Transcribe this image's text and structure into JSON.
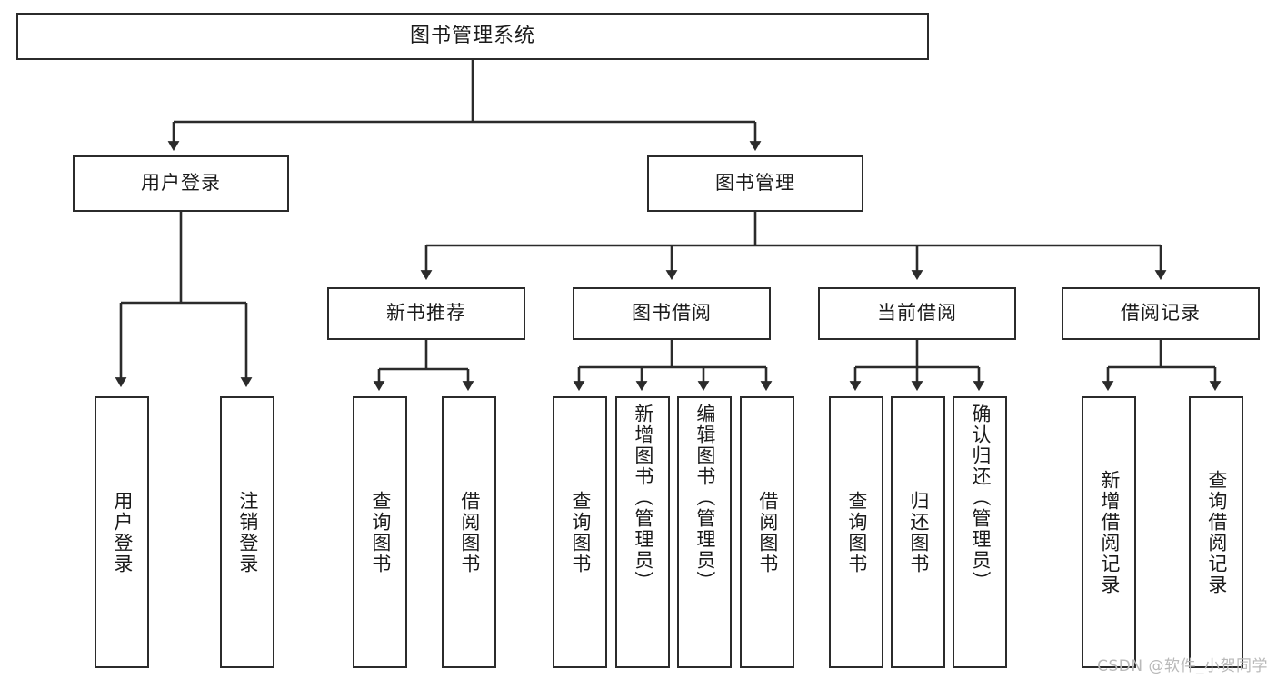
{
  "diagram": {
    "title": "图书管理系统",
    "type": "tree",
    "watermark": "CSDN @软件_小贺同学",
    "colors": {
      "stroke": "#2b2b2b",
      "fill": "#ffffff",
      "text": "#1a1a1a",
      "watermark": "#b9b9b9"
    },
    "levels": {
      "root": {
        "label": "图书管理系统"
      },
      "level1": [
        {
          "label": "用户登录"
        },
        {
          "label": "图书管理"
        }
      ],
      "level2": [
        {
          "label": "新书推荐"
        },
        {
          "label": "图书借阅"
        },
        {
          "label": "当前借阅"
        },
        {
          "label": "借阅记录"
        }
      ],
      "leaves": {
        "user_login": [
          {
            "label": "用户登录"
          },
          {
            "label": "注销登录"
          }
        ],
        "new_book_recommend": [
          {
            "label": "查询图书"
          },
          {
            "label": "借阅图书"
          }
        ],
        "book_borrow": [
          {
            "label": "查询图书"
          },
          {
            "label": "新增图书（管理员）"
          },
          {
            "label": "编辑图书（管理员）"
          },
          {
            "label": "借阅图书"
          }
        ],
        "current_borrow": [
          {
            "label": "查询图书"
          },
          {
            "label": "归还图书"
          },
          {
            "label": "确认归还（管理员）"
          }
        ],
        "borrow_record": [
          {
            "label": "新增借阅记录"
          },
          {
            "label": "查询借阅记录"
          }
        ]
      }
    }
  }
}
